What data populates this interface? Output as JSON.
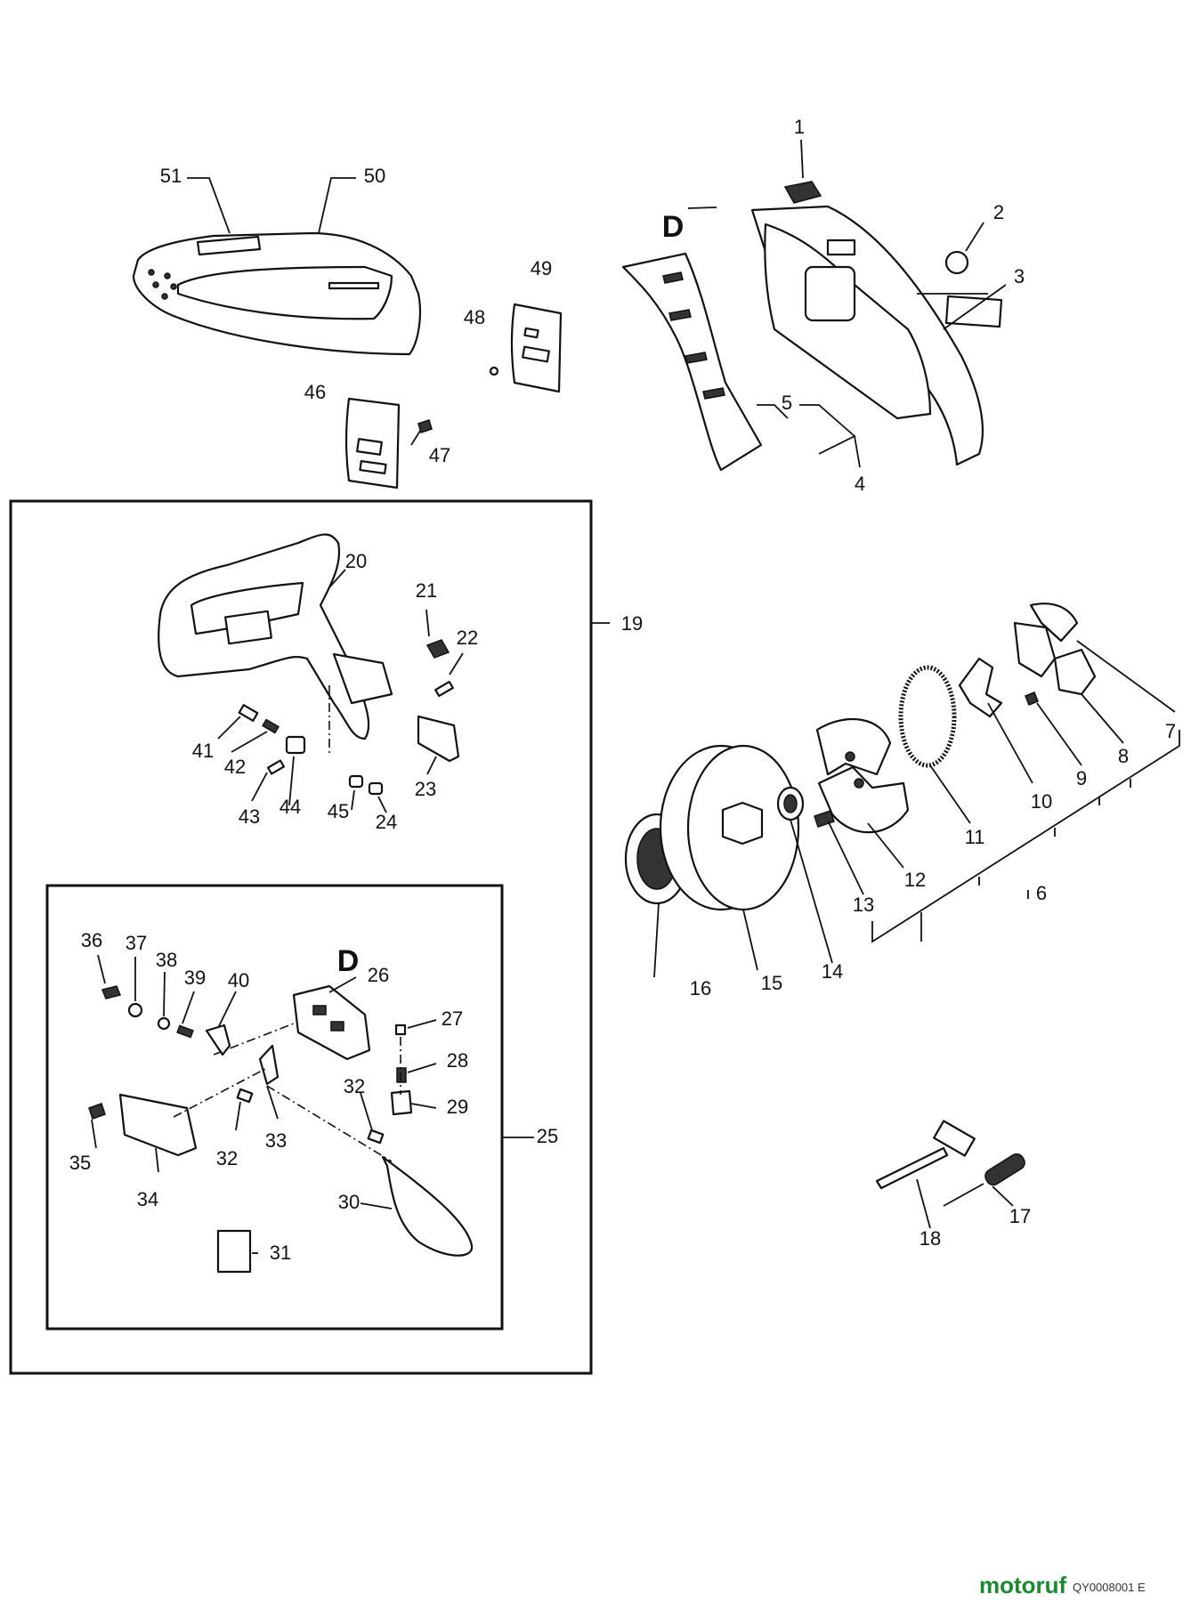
{
  "labels": [
    "1",
    "2",
    "3",
    "4",
    "5",
    "6",
    "7",
    "8",
    "9",
    "10",
    "11",
    "12",
    "13",
    "14",
    "15",
    "16",
    "17",
    "18",
    "19",
    "20",
    "21",
    "22",
    "23",
    "24",
    "25",
    "26",
    "27",
    "28",
    "29",
    "30",
    "31",
    "32",
    "33",
    "34",
    "35",
    "36",
    "37",
    "38",
    "39",
    "40",
    "41",
    "42",
    "43",
    "44",
    "45",
    "46",
    "47",
    "48",
    "49",
    "50",
    "51"
  ],
  "label_32": "32",
  "ref_mark": "D",
  "footer_code": "QY0008001 E",
  "brand": "motoruf"
}
